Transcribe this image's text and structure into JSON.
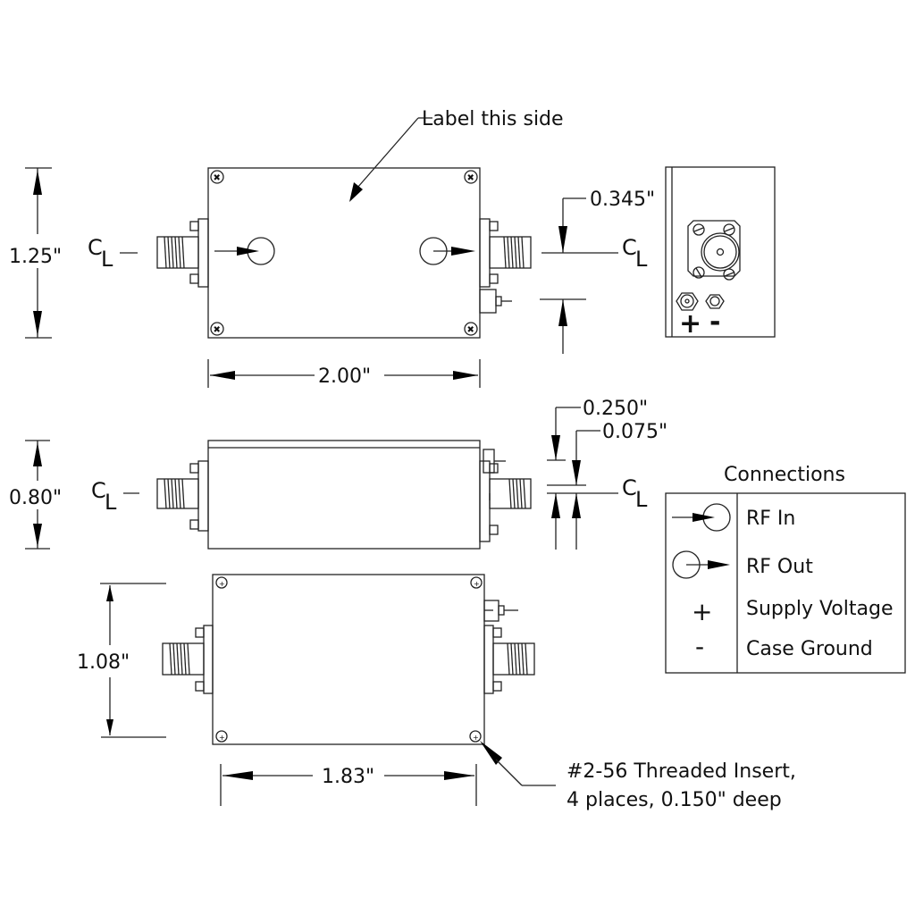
{
  "drawing": {
    "callouts": {
      "label_side": "Label this side",
      "threaded_insert_line1": "#2-56 Threaded Insert,",
      "threaded_insert_line2": "4 places, 0.150\" deep"
    },
    "dimensions": {
      "top_height": "1.25\"",
      "top_width": "2.00\"",
      "connector_offset": "0.345\"",
      "side_height": "0.80\"",
      "side_offset_a": "0.250\"",
      "side_offset_b": "0.075\"",
      "bottom_height": "1.08\"",
      "bottom_width": "1.83\""
    },
    "centerline": {
      "c": "C",
      "l": "L"
    },
    "end_view": {
      "plus": "+",
      "minus": "-"
    },
    "legend": {
      "title": "Connections",
      "rows": [
        {
          "icon": "rf-in-icon",
          "label": "RF In"
        },
        {
          "icon": "rf-out-icon",
          "label": "RF Out"
        },
        {
          "icon": "plus-icon",
          "symbol": "+",
          "label": "Supply Voltage"
        },
        {
          "icon": "minus-icon",
          "symbol": "-",
          "label": "Case Ground"
        }
      ]
    }
  }
}
